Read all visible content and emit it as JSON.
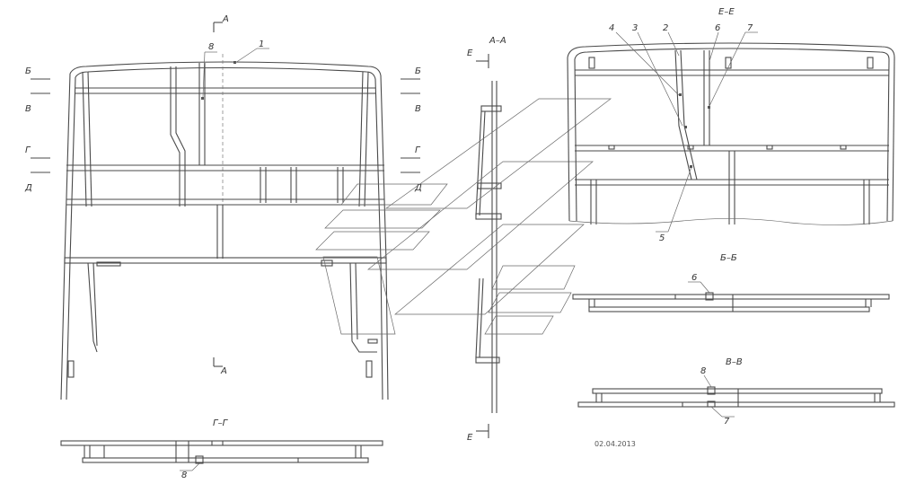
{
  "front_view": {
    "section_a_top": "А",
    "section_a_bottom": "А",
    "callout_1": "1",
    "callout_8": "8",
    "cut_b": "Б",
    "cut_b_right": "Б",
    "cut_v": "В",
    "cut_v_right": "В",
    "cut_g": "Г",
    "cut_g_right": "Г",
    "cut_d": "Д",
    "cut_d_right": "Д"
  },
  "section_aa": {
    "title": "А–А",
    "cut_e_top": "Е",
    "cut_e_bottom": "Е"
  },
  "section_ee": {
    "title": "Е–Е",
    "callout_2": "2",
    "callout_3": "3",
    "callout_4": "4",
    "callout_5": "5",
    "callout_6": "6",
    "callout_7": "7"
  },
  "section_bb": {
    "title": "Б–Б",
    "callout_6": "6"
  },
  "section_vv": {
    "title": "В–В",
    "callout_7": "7",
    "callout_8": "8"
  },
  "section_gg": {
    "title": "Г–Г",
    "callout_8": "8"
  },
  "date": "02.04.2013"
}
